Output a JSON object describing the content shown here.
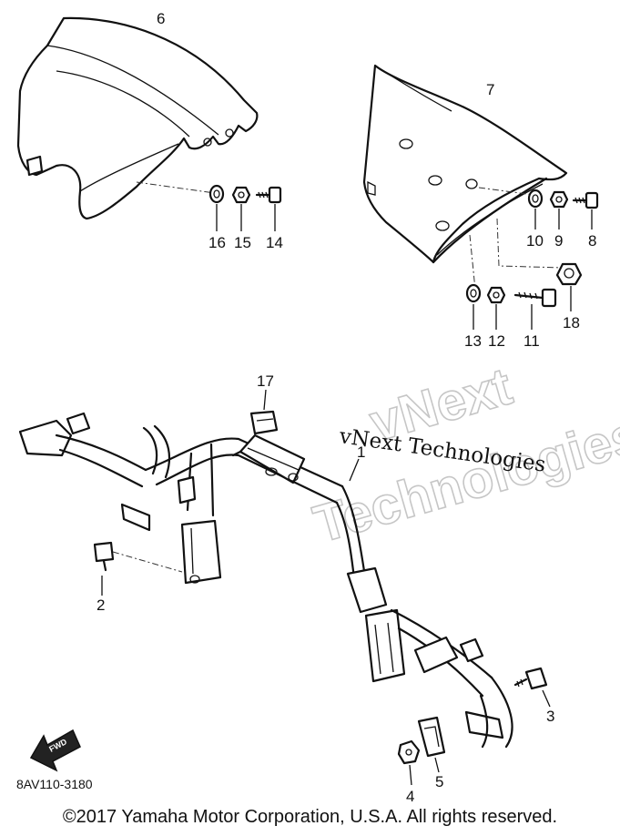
{
  "parts": [
    {
      "id": "part-1",
      "number": "1"
    },
    {
      "id": "part-2",
      "number": "2"
    },
    {
      "id": "part-3",
      "number": "3"
    },
    {
      "id": "part-4",
      "number": "4"
    },
    {
      "id": "part-5",
      "number": "5"
    },
    {
      "id": "part-6",
      "number": "6"
    },
    {
      "id": "part-7",
      "number": "7"
    },
    {
      "id": "part-8",
      "number": "8"
    },
    {
      "id": "part-9",
      "number": "9"
    },
    {
      "id": "part-10",
      "number": "10"
    },
    {
      "id": "part-11",
      "number": "11"
    },
    {
      "id": "part-12",
      "number": "12"
    },
    {
      "id": "part-13",
      "number": "13"
    },
    {
      "id": "part-14",
      "number": "14"
    },
    {
      "id": "part-15",
      "number": "15"
    },
    {
      "id": "part-16",
      "number": "16"
    },
    {
      "id": "part-17",
      "number": "17"
    },
    {
      "id": "part-18",
      "number": "18"
    }
  ],
  "diagram_code": "8AV110-3180",
  "front_marker": "FWD",
  "watermark": {
    "primary": "vNext Technologies",
    "line1": "vNext",
    "line2": "Technologies"
  },
  "copyright": "©2017 Yamaha Motor Corporation, U.S.A. All rights reserved."
}
